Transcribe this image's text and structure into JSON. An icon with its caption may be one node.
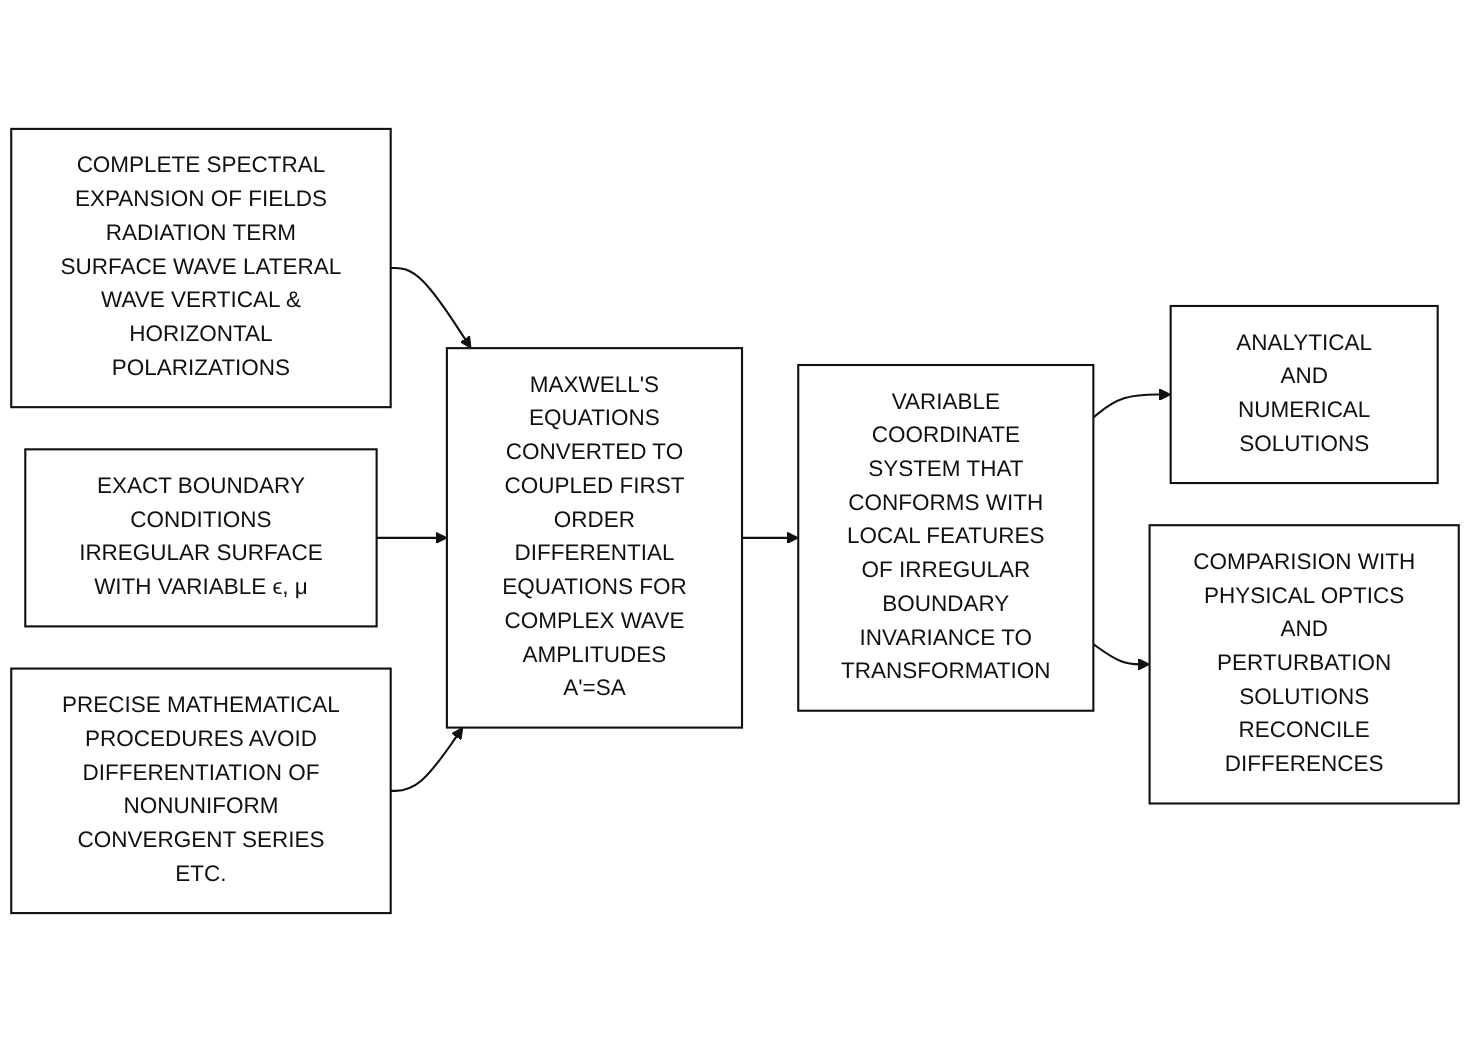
{
  "diagram": {
    "nodes": [
      {
        "text": [
          "COMPLETE SPECTRAL EXPANSION OF FIELDS RADIATION TERM SURFACE WAVE LATERAL WAVE VERTICAL & HORIZONTAL POLARIZATIONS"
        ]
      },
      {
        "text": [
          "EXACT BOUNDARY CONDITIONS IRREGULAR SURFACE WITH VARIABLE ϵ, μ"
        ]
      },
      {
        "text": [
          "PRECISE MATHEMATICAL PROCEDURES AVOID DIFFERENTIATION OF NONUNIFORM CONVERGENT SERIES ETC."
        ]
      },
      {
        "text": [
          "MAXWELL'S EQUATIONS CONVERTED TO COUPLED FIRST ORDER DIFFERENTIAL EQUATIONS FOR COMPLEX WAVE AMPLITUDES",
          "A'=SA"
        ]
      },
      {
        "text": [
          "VARIABLE COORDINATE SYSTEM THAT CONFORMS WITH LOCAL FEATURES OF IRREGULAR BOUNDARY",
          "INVARIANCE TO TRANSFORMATION"
        ]
      },
      {
        "text": [
          "ANALYTICAL AND NUMERICAL SOLUTIONS"
        ]
      },
      {
        "text": [
          "COMPARISION WITH PHYSICAL OPTICS AND PERTURBATION SOLUTIONS RECONCILE DIFFERENCES"
        ]
      }
    ],
    "edges": [
      {
        "from": 0,
        "to": 3,
        "arrow": "to"
      },
      {
        "from": 1,
        "to": 3,
        "arrow": "to"
      },
      {
        "from": 2,
        "to": 3,
        "arrow": "to"
      },
      {
        "from": 3,
        "to": 4,
        "arrow": "to"
      },
      {
        "from": 4,
        "to": 5,
        "arrow": "to"
      },
      {
        "from": 4,
        "to": 6,
        "arrow": "to"
      }
    ]
  }
}
